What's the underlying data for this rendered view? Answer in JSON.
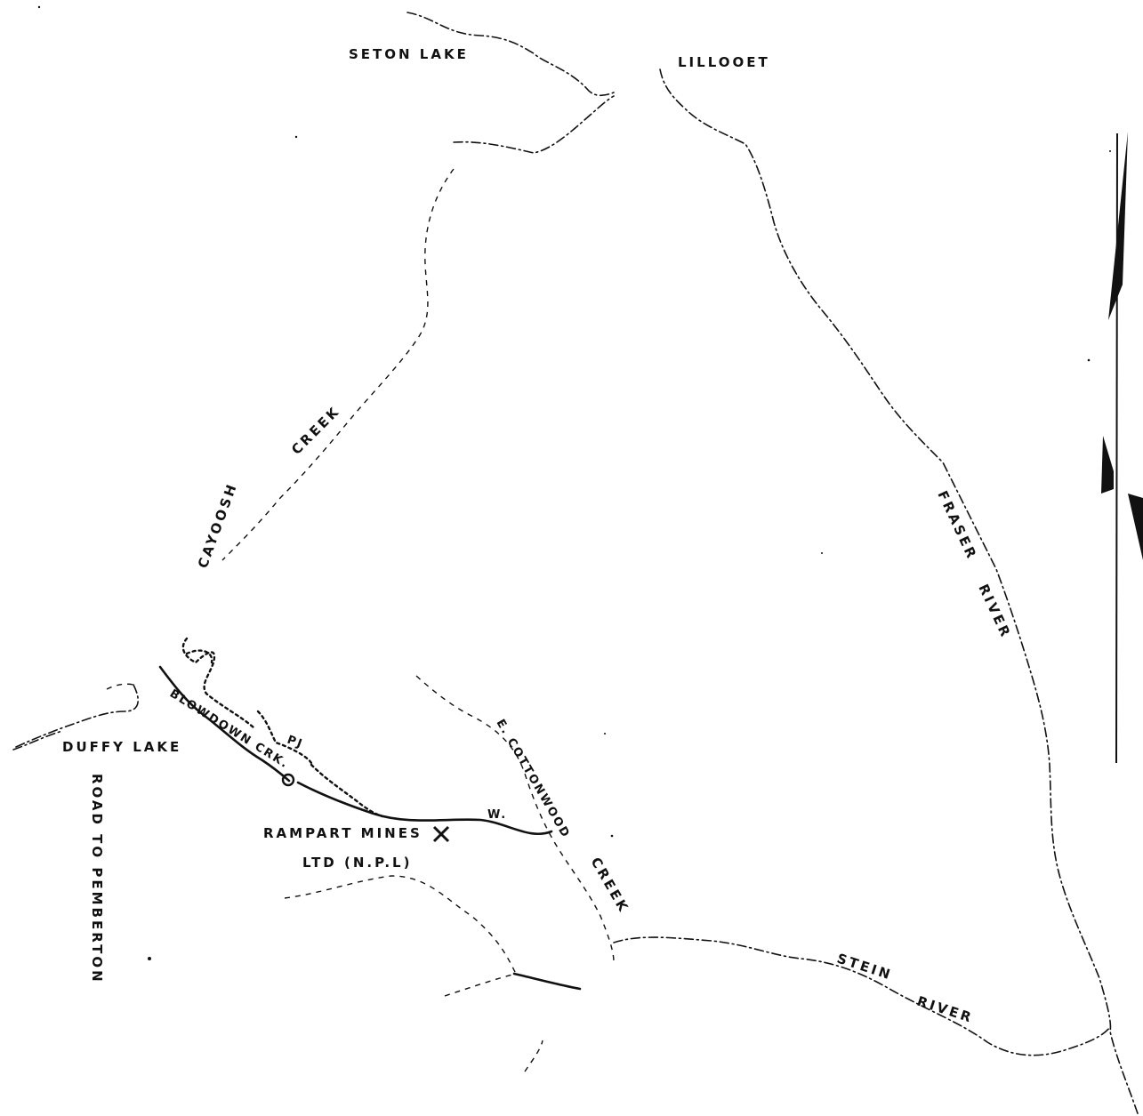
{
  "labels": {
    "seton_lake": "SETON LAKE",
    "lillooet": "LILLOOET",
    "cayoosh": "CAYOOSH",
    "creek": "CREEK",
    "fraser": "FRASER",
    "river_fraser": "RIVER",
    "duffy_lake": "DUFFY LAKE",
    "road_to_pemberton": "ROAD TO PEMBERTON",
    "blowdown_creek": "BLOWDOWN CRK.",
    "rampart_mines": "RAMPART MINES",
    "ltd": "LTD (N.P.L)",
    "e_cottonwood": "E. COTTONWOOD",
    "creek_cottonwood": "CREEK",
    "stein": "STEIN",
    "river_stein": "RIVER",
    "w_marker": "W.",
    "pj_marker": "PJ"
  },
  "icons": {
    "north_arrow": "north-arrow-icon",
    "mine_symbol": "crossed-hammers-icon"
  },
  "colors": {
    "ink": "#111111",
    "paper": "#ffffff"
  }
}
